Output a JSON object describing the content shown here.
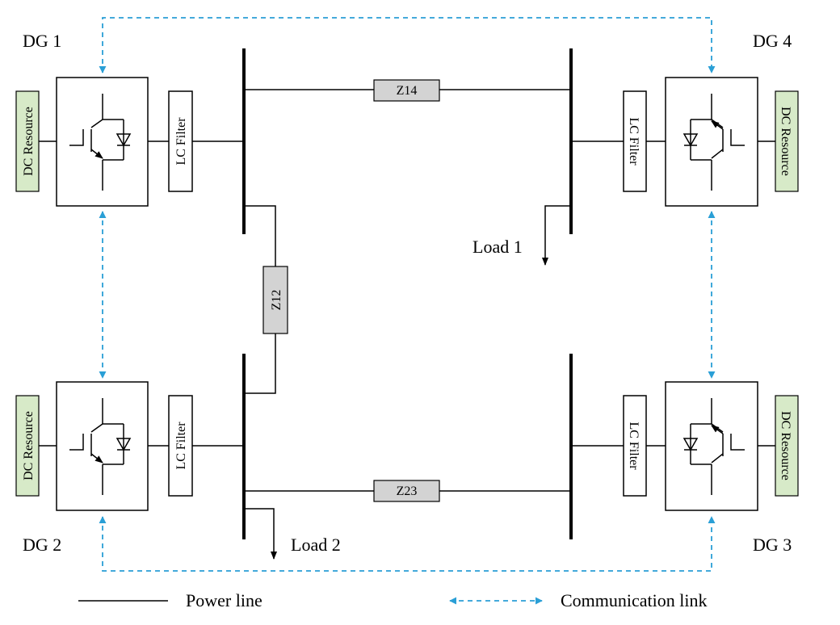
{
  "colors": {
    "dc_resource_fill": "#d7eac8",
    "impedance_fill": "#d3d3d3",
    "communication": "#2a9fd6",
    "power_line": "#000000"
  },
  "generators": {
    "dg1": "DG 1",
    "dg2": "DG 2",
    "dg3": "DG 3",
    "dg4": "DG 4"
  },
  "dc_resource_label": "DC Resource",
  "lc_filter_label": "LC Filter",
  "impedances": {
    "z14": "Z14",
    "z12": "Z12",
    "z23": "Z23"
  },
  "loads": {
    "load1": "Load 1",
    "load2": "Load 2"
  },
  "legend": {
    "power_line": "Power line",
    "communication_link": "Communication link"
  },
  "icons": {
    "inverter": "igbt-with-antiparallel-diode-icon",
    "load_arrow": "arrow-down-icon",
    "comm_arrow": "triangle-arrow-icon"
  }
}
